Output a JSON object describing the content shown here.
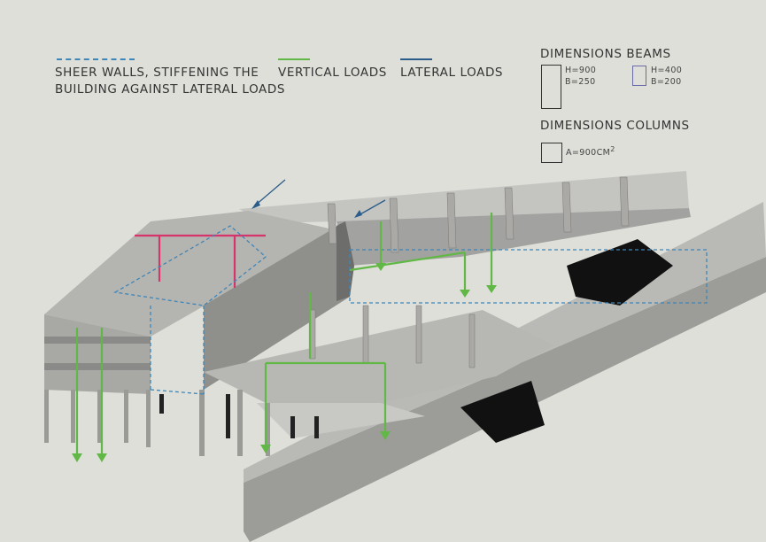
{
  "legend": {
    "sheer_walls": {
      "line1": "SHEER WALLS, STIFFENING THE",
      "line2": "BUILDING AGAINST LATERAL LOADS",
      "color": "#3f86b8"
    },
    "vertical_loads": {
      "label": "VERTICAL LOADS",
      "color": "#62b846"
    },
    "lateral_loads": {
      "label": "LATERAL LOADS",
      "color": "#2b5c8a"
    }
  },
  "dimensions_beams": {
    "title": "DIMENSIONS BEAMS",
    "beam_a": {
      "h": "H=900",
      "b": "B=250"
    },
    "beam_b": {
      "h": "H=400",
      "b": "B=200",
      "color": "#6a6aa8"
    }
  },
  "dimensions_columns": {
    "title": "DIMENSIONS COLUMNS",
    "column": {
      "a": "A=900CM",
      "unit_sup": "2"
    }
  },
  "colors": {
    "background": "#dedfd9",
    "concrete_light": "#b9b9b6",
    "concrete_mid": "#9c9c99",
    "concrete_dark": "#6d6d6b",
    "void": "#111111",
    "frame_highlight": "#d6346b"
  }
}
